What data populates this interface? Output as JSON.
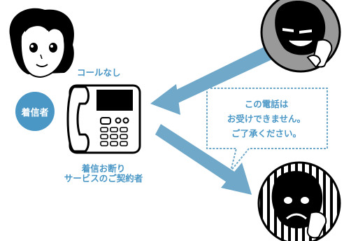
{
  "labels": {
    "no_call": "コールなし",
    "receiver": "着信者",
    "subscriber_line1": "着信お断り",
    "subscriber_line2": "サービスのご契約者"
  },
  "bubble": {
    "line1": "この電話は",
    "line2": "お受けできません。",
    "line3": "ご了承ください。"
  },
  "colors": {
    "accent": "#4a97c6",
    "arrow": "#6fa8c9",
    "caller_bg": "#999999",
    "text": "#4a97c6"
  }
}
